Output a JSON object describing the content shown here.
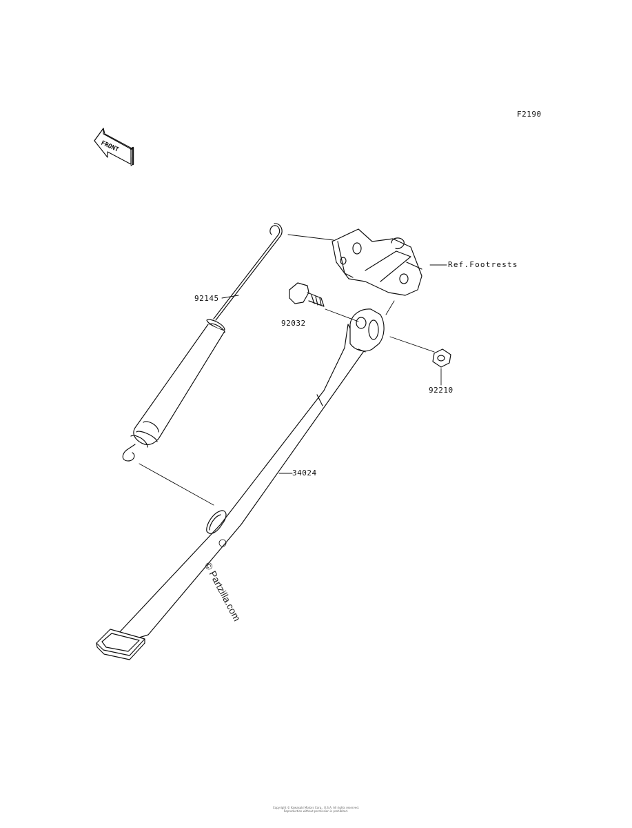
{
  "figure": {
    "code": "F2190"
  },
  "direction_badge": {
    "text": "FRONT"
  },
  "callouts": {
    "spring": "92145",
    "bolt": "92032",
    "nut": "92210",
    "stand": "34024",
    "reference": "Ref.Footrests"
  },
  "watermark": {
    "text": "© Partzilla.com"
  },
  "footer": {
    "line1": "Copyright © Kawasaki Motors Corp., U.S.A. All rights reserved.",
    "line2": "Reproduction without permission is prohibited."
  }
}
